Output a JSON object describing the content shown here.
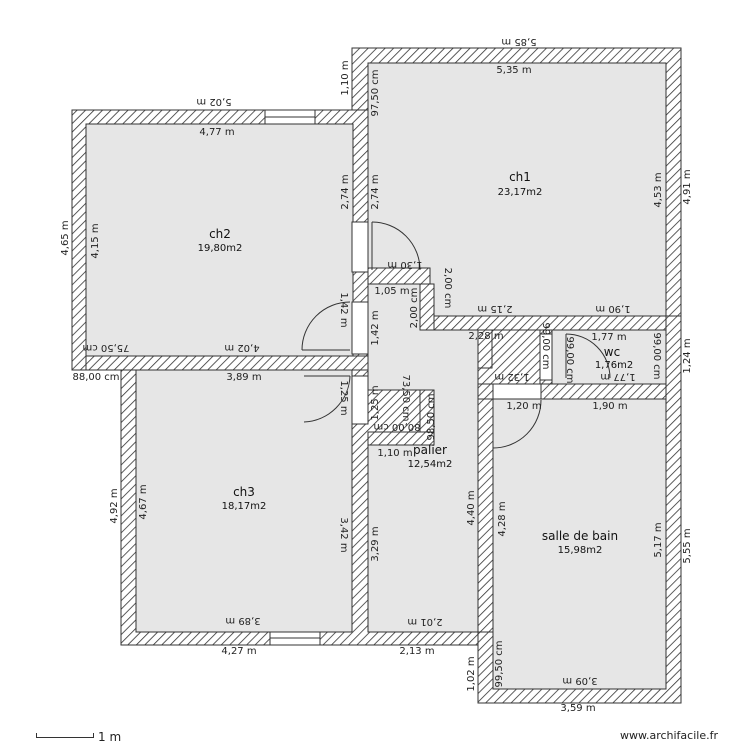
{
  "rooms": {
    "ch1": {
      "name": "ch1",
      "area": "23,17m2"
    },
    "ch2": {
      "name": "ch2",
      "area": "19,80m2"
    },
    "ch3": {
      "name": "ch3",
      "area": "18,17m2"
    },
    "wc": {
      "name": "wc",
      "area": "1,76m2"
    },
    "palier": {
      "name": "palier",
      "area": "12,54m2"
    },
    "sdb": {
      "name": "salle de bain",
      "area": "15,98m2"
    }
  },
  "dims": {
    "d585": "5,85 m",
    "d535": "5,35 m",
    "d110": "1,10 m",
    "d9750": "97,50 cm",
    "d502": "5,02 m",
    "d477": "4,77 m",
    "d274": "2,74 m",
    "d274b": "2,74 m",
    "d453": "4,53 m",
    "d491": "4,91 m",
    "d465": "4,65 m",
    "d415": "4,15 m",
    "d130": "1,30 m",
    "d105": "1,05 m",
    "d200": "2,00 cm",
    "d200b": "2,00 cm",
    "d215": "2,15 m",
    "d190": "1,90 m",
    "d228": "2,28 m",
    "d142": "1,42 m",
    "d142b": "1,42 m",
    "d7550": "75,50 cm",
    "d402": "4,02 m",
    "d8800": "88,00 cm",
    "d389": "3,89 m",
    "d9900a": "99,00 cm",
    "d9900b": "99,00 cm",
    "d9900c": "99,00 cm",
    "d177": "1,77 m",
    "d124": "1,24 m",
    "d132": "1,32 m",
    "d177b": "1,77 m",
    "d120": "1,20 m",
    "d190b": "1,90 m",
    "d125": "1,25 m",
    "d125b": "1,25 m",
    "d7350": "73,50 cm",
    "d9850": "98,50 cm",
    "d8000": "80,00 cm",
    "d110b": "1,10 m",
    "d492": "4,92 m",
    "d467": "4,67 m",
    "d342": "3,42 m",
    "d329": "3,29 m",
    "d440": "4,40 m",
    "d428": "4,28 m",
    "d517": "5,17 m",
    "d555": "5,55 m",
    "d389b": "3,89 m",
    "d201": "2,01 m",
    "d427": "4,27 m",
    "d213": "2,13 m",
    "d102": "1,02 m",
    "d9950": "99,50 cm",
    "d309": "3,09 m",
    "d359": "3,59 m"
  },
  "scale": {
    "label": "1 m"
  },
  "credit": "www.archifacile.fr"
}
